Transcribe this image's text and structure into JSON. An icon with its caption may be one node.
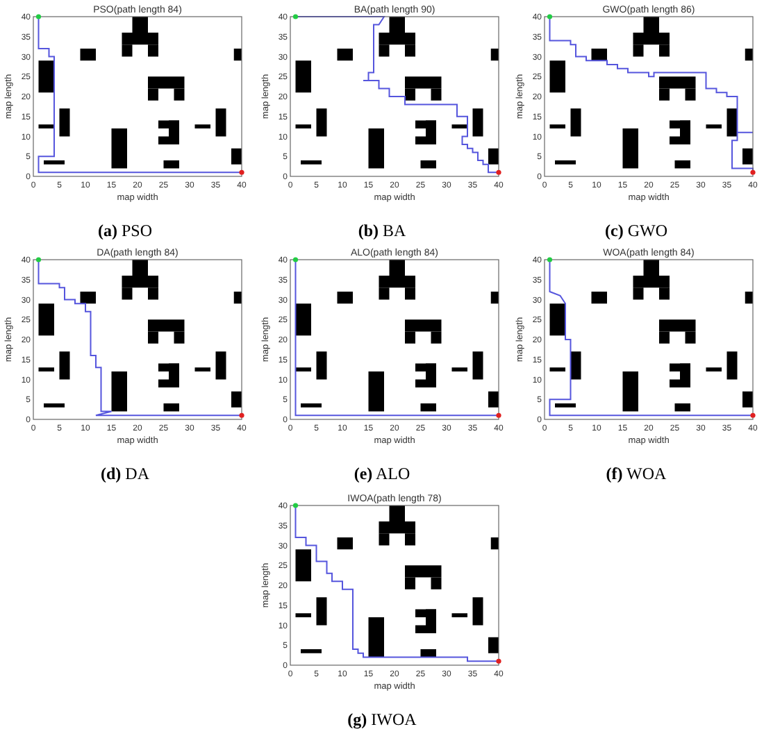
{
  "diagram": {
    "labels": [
      "PSO(path length 84)",
      "0",
      "5",
      "10",
      "15",
      "20",
      "25",
      "30",
      "35",
      "40",
      "map length",
      "0",
      "5",
      "10",
      "15",
      "20",
      "25",
      "30",
      "35",
      "40",
      "map width",
      "**(a)** PSO",
      "BA(path length 90)",
      "0",
      "5",
      "10",
      "15",
      "20",
      "25",
      "30",
      "35",
      "40",
      "map length",
      "0",
      "5",
      "10",
      "15",
      "20",
      "25",
      "30",
      "35",
      "40",
      "map width",
      "**(b)** BA",
      "GWO(path length 86)",
      "0",
      "5",
      "10",
      "15",
      "20",
      "25",
      "30",
      "35",
      "40",
      "map length",
      "0",
      "5",
      "10",
      "15",
      "20",
      "25",
      "30",
      "35",
      "40",
      "map width",
      "**(c)** GWO",
      "DA(path length 84)",
      "0",
      "5",
      "10",
      "15",
      "20",
      "25",
      "30",
      "35",
      "40",
      "map length",
      "0",
      "5",
      "10",
      "15",
      "20",
      "25",
      "30",
      "35",
      "40",
      "map width",
      "**(d)** DA",
      "ALO(path length 84)",
      "0",
      "5",
      "10",
      "15",
      "20",
      "25",
      "30",
      "35",
      "40",
      "map length",
      "0",
      "5",
      "10",
      "15",
      "20",
      "25",
      "30",
      "35",
      "40",
      "map width",
      "**(e)** ALO",
      "WOA(path length 84)",
      "0",
      "5",
      "10",
      "15",
      "20",
      "25",
      "30",
      "35",
      "40",
      "map length",
      "0",
      "5",
      "10",
      "15",
      "20",
      "25",
      "30",
      "35",
      "40",
      "map width",
      "**(f)** WOA",
      "IWOA(path length 78)",
      "0",
      "5",
      "10",
      "15",
      "20",
      "25",
      "30",
      "35",
      "40",
      "map length",
      "0",
      "5",
      "10",
      "15",
      "20",
      "25",
      "30",
      "35",
      "40",
      "map width",
      "**(g)** IWOA"
    ]
  }
}
